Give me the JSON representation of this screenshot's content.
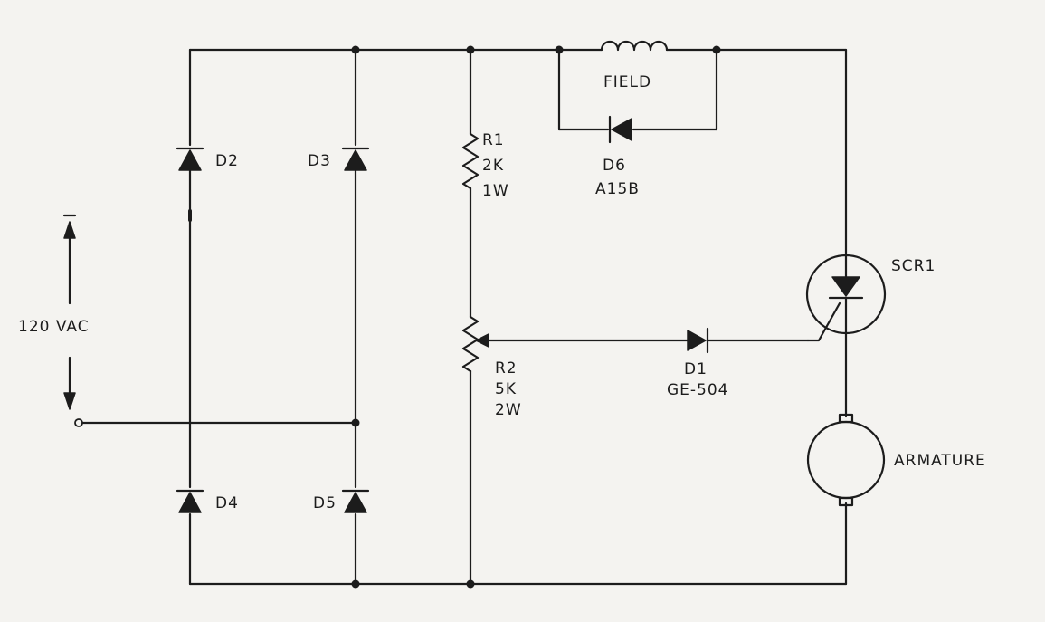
{
  "source": {
    "label": "120 VAC"
  },
  "bridge": {
    "d2": "D2",
    "d3": "D3",
    "d4": "D4",
    "d5": "D5"
  },
  "r1": {
    "name": "R1",
    "value": "2K",
    "power": "1W"
  },
  "r2": {
    "name": "R2",
    "value": "5K",
    "power": "2W"
  },
  "field": {
    "label": "FIELD"
  },
  "d6": {
    "name": "D6",
    "part": "A15B"
  },
  "d1": {
    "name": "D1",
    "part": "GE-504"
  },
  "scr": {
    "name": "SCR1"
  },
  "armature": {
    "label": "ARMATURE"
  }
}
